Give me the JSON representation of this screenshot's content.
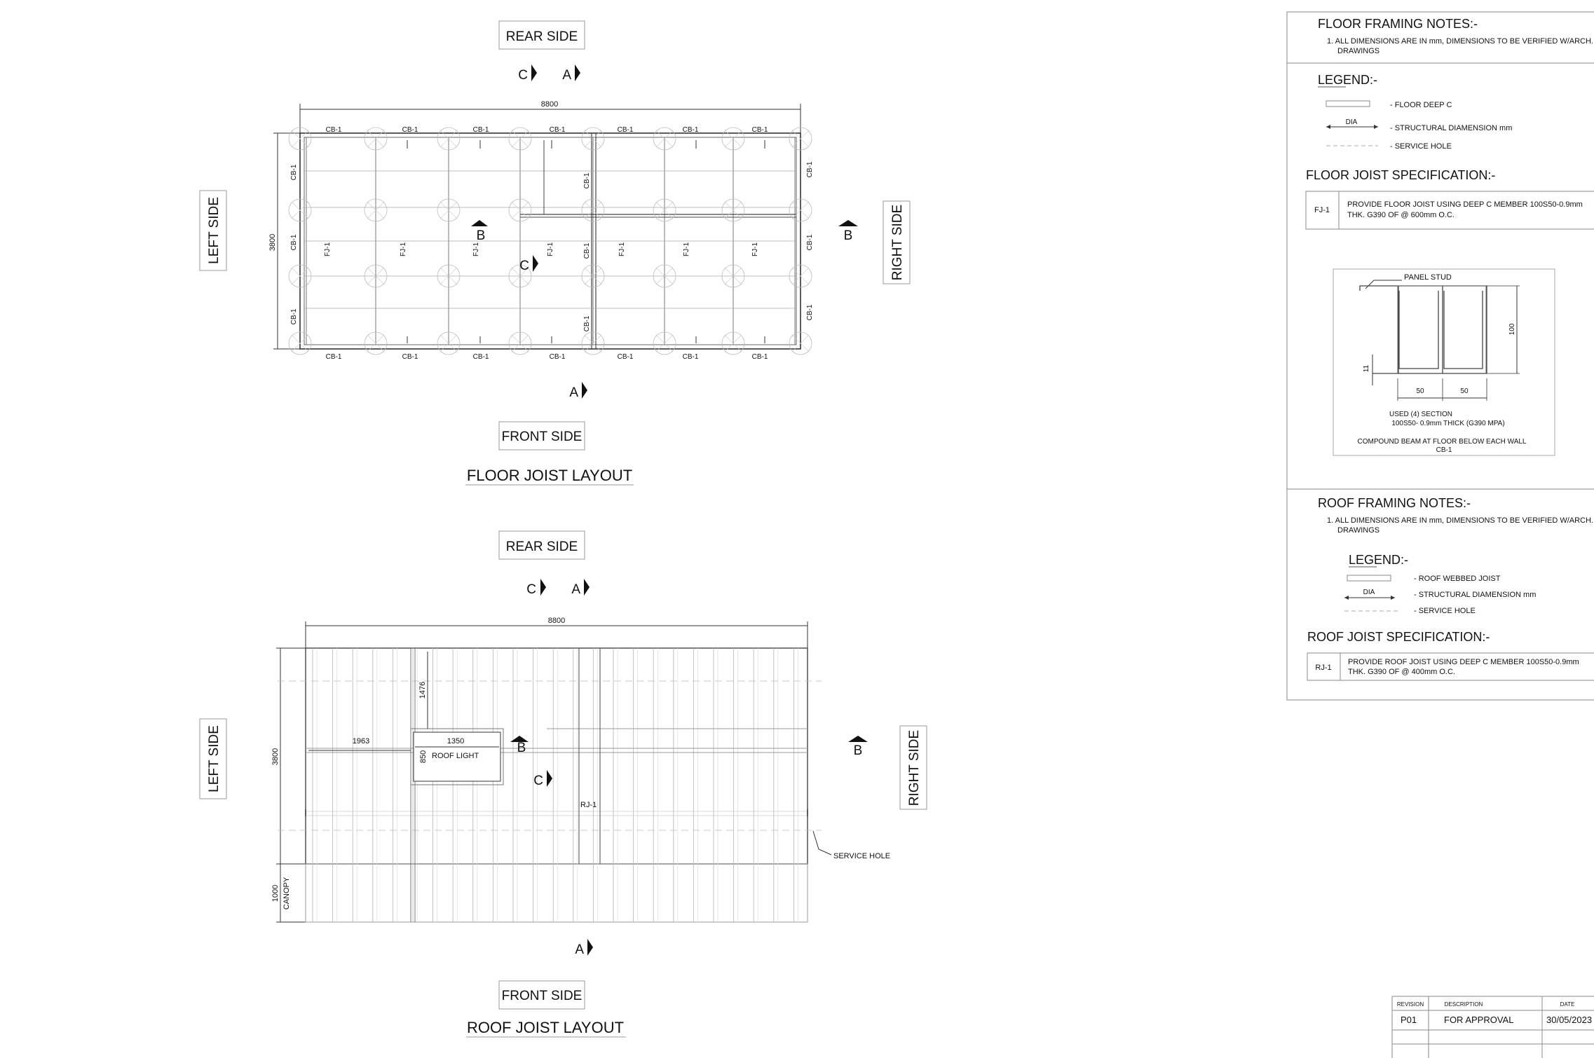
{
  "floor_plan": {
    "title": "FLOOR JOIST LAYOUT",
    "rear": "REAR SIDE",
    "front": "FRONT SIDE",
    "left": "LEFT SIDE",
    "right": "RIGHT SIDE",
    "width_dim": "8800",
    "height_dim": "3800",
    "cb": "CB-1",
    "fj": "FJ-1",
    "sec_a": "A",
    "sec_b": "B",
    "sec_c": "C"
  },
  "roof_plan": {
    "title": "ROOF JOIST LAYOUT",
    "rear": "REAR SIDE",
    "front": "FRONT SIDE",
    "left": "LEFT SIDE",
    "right": "RIGHT SIDE",
    "width_dim": "8800",
    "height_dim": "3800",
    "canopy_dim": "1000",
    "canopy": "CANOPY",
    "dim_1476": "1476",
    "dim_1963": "1963",
    "dim_1350": "1350",
    "dim_850": "850",
    "roof_light": "ROOF LIGHT",
    "rj": "RJ-1",
    "service_hole": "SERVICE HOLE",
    "sec_a": "A",
    "sec_b": "B",
    "sec_c": "C"
  },
  "notes": {
    "floor_notes_title": "FLOOR FRAMING NOTES:-",
    "floor_note_1a": "1.  ALL DIMENSIONS ARE IN mm, DIMENSIONS TO BE VERIFIED W/ARCH.",
    "floor_note_1b": "DRAWINGS",
    "legend_title": "LEGEND:-",
    "legend_floor_deep_c": "-  FLOOR DEEP C",
    "legend_dia": "DIA",
    "legend_struct_dim": "-  STRUCTURAL DIAMENSION mm",
    "legend_service_hole": "-  SERVICE HOLE",
    "floor_spec_title": "FLOOR JOIST  SPECIFICATION:-",
    "fj_code": "FJ-1",
    "fj_spec_a": "PROVIDE  FLOOR JOIST USING DEEP C MEMBER 100S50-0.9mm",
    "fj_spec_b": "THK. G390 OF @ 600mm O.C.",
    "roof_notes_title": "ROOF FRAMING NOTES:-",
    "roof_note_1a": "1.  ALL DIMENSIONS ARE IN mm, DIMENSIONS TO BE VERIFIED W/ARCH.",
    "roof_note_1b": "DRAWINGS",
    "roof_legend_title": "LEGEND:-",
    "legend_roof_webbed": "-  ROOF WEBBED JOIST",
    "roof_spec_title": "ROOF JOIST  SPECIFICATION:-",
    "rj_code": "RJ-1",
    "rj_spec_a": "PROVIDE  ROOF JOIST USING DEEP C MEMBER 100S50-0.9mm",
    "rj_spec_b": "THK. G390 OF @ 400mm O.C."
  },
  "detail": {
    "panel_stud": "PANEL STUD",
    "dim_100": "100",
    "dim_11": "11",
    "dim_50a": "50",
    "dim_50b": "50",
    "used_section": "USED (4) SECTION",
    "section_spec": "100S50- 0.9mm THICK (G390 MPA)",
    "compound_beam": "COMPOUND BEAM AT FLOOR BELOW EACH WALL",
    "cb_code": "CB-1"
  },
  "revision_table": {
    "headers": [
      "REVISION",
      "DESCRIPTION",
      "DATE"
    ],
    "rows": [
      [
        "P01",
        "FOR APPROVAL",
        "30/05/2023"
      ]
    ]
  }
}
